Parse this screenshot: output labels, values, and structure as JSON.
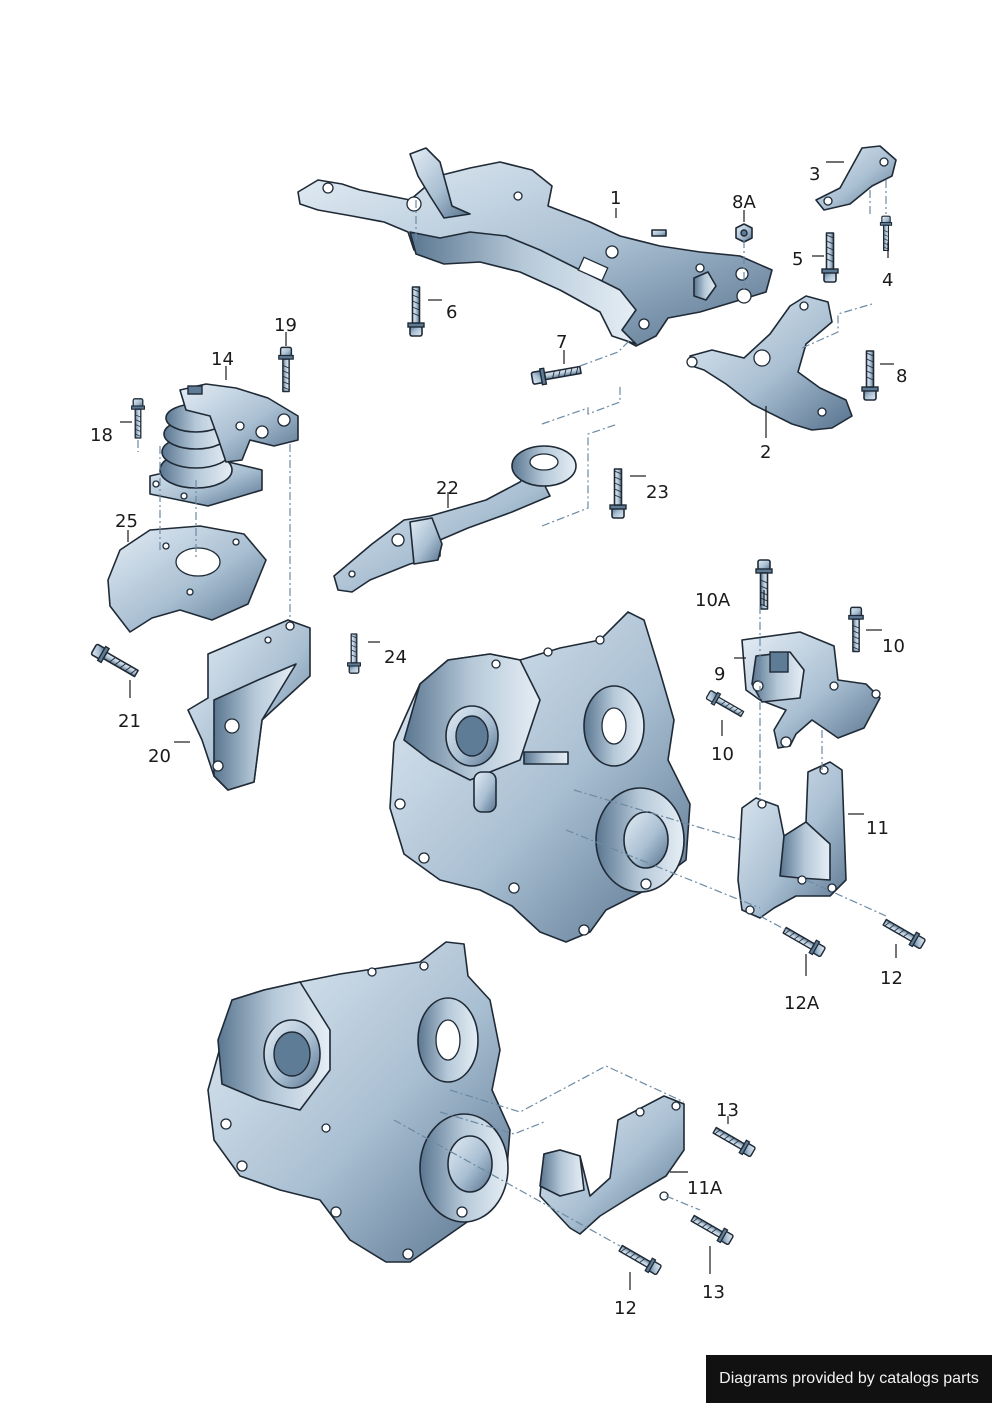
{
  "labels": {
    "l1": "1",
    "l2": "2",
    "l3": "3",
    "l4": "4",
    "l5": "5",
    "l6": "6",
    "l7": "7",
    "l8": "8",
    "l8a": "8A",
    "l9": "9",
    "l10a": "10A",
    "l10b": "10",
    "l10c": "10",
    "l11": "11",
    "l11a": "11A",
    "l12a": "12",
    "l12b": "12A",
    "l12c": "12",
    "l13a": "13",
    "l13b": "13",
    "l14": "14",
    "l18": "18",
    "l19": "19",
    "l20": "20",
    "l21": "21",
    "l22": "22",
    "l23": "23",
    "l24": "24",
    "l25": "25"
  },
  "footer": {
    "text": "Diagrams provided by catalogs parts"
  },
  "colors": {
    "metal_light": "#dde8f1",
    "metal_mid": "#8fa9c0",
    "metal_dark": "#4d6a86",
    "outline": "#1f2a36",
    "footer_bg": "#111111"
  }
}
